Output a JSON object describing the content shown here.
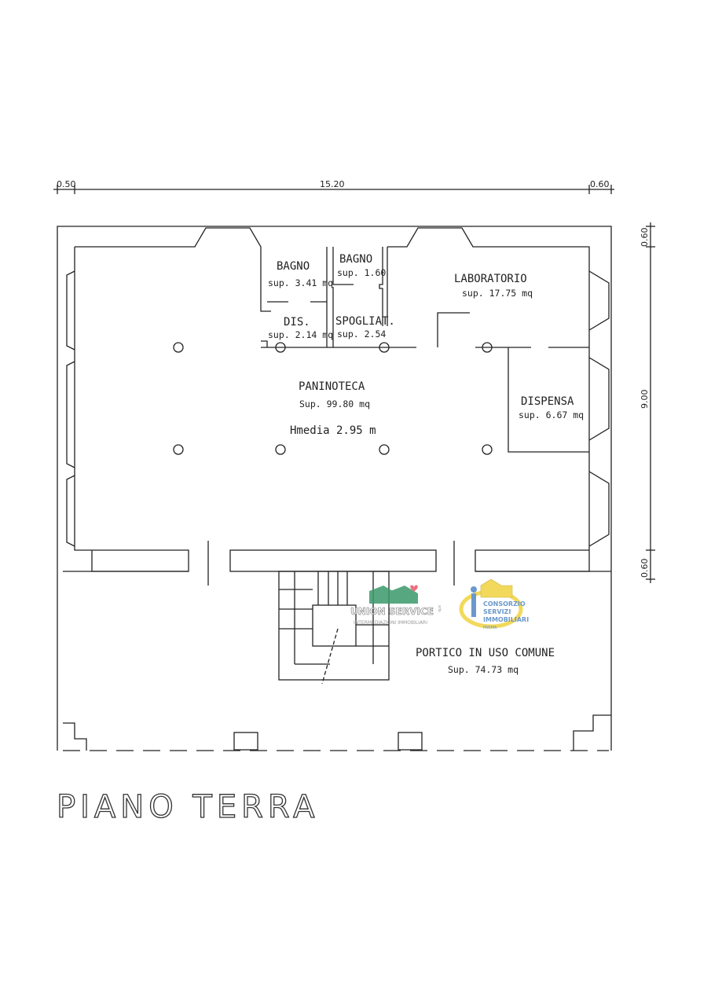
{
  "title": "PIANO TERRA",
  "dimensions": {
    "top": [
      "0.50",
      "15.20",
      "0.60"
    ],
    "right": [
      "0.60",
      "9.00",
      "0.60"
    ]
  },
  "rooms": {
    "bagno1": {
      "name": "BAGNO",
      "area": "sup. 3.41 mq"
    },
    "bagno2": {
      "name": "BAGNO",
      "area": "sup. 1.60"
    },
    "dis": {
      "name": "DIS.",
      "area": "sup. 2.14 mq"
    },
    "spogliat": {
      "name": "SPOGLIAT.",
      "area": "sup. 2.54"
    },
    "laboratorio": {
      "name": "LABORATORIO",
      "area": "sup. 17.75 mq"
    },
    "paninoteca": {
      "name": "PANINOTECA",
      "area": "Sup. 99.80 mq",
      "height": "Hmedia 2.95 m"
    },
    "dispensa": {
      "name": "DISPENSA",
      "area": "sup. 6.67 mq"
    },
    "portico": {
      "name": "PORTICO IN USO COMUNE",
      "area": "Sup. 74.73 mq"
    }
  },
  "logos": {
    "union_service": {
      "name": "UNION SERVICE",
      "suffix": "srls",
      "tagline": "INTERMEDIAZIONI IMMOBILIARI",
      "color": "#3a9a6a"
    },
    "consorzio": {
      "lines": [
        "CONSORZIO",
        "SERVIZI",
        "IMMOBILIARI",
        "PARMA"
      ],
      "color": "#5b8fc7",
      "accent": "#f2d54a"
    }
  }
}
